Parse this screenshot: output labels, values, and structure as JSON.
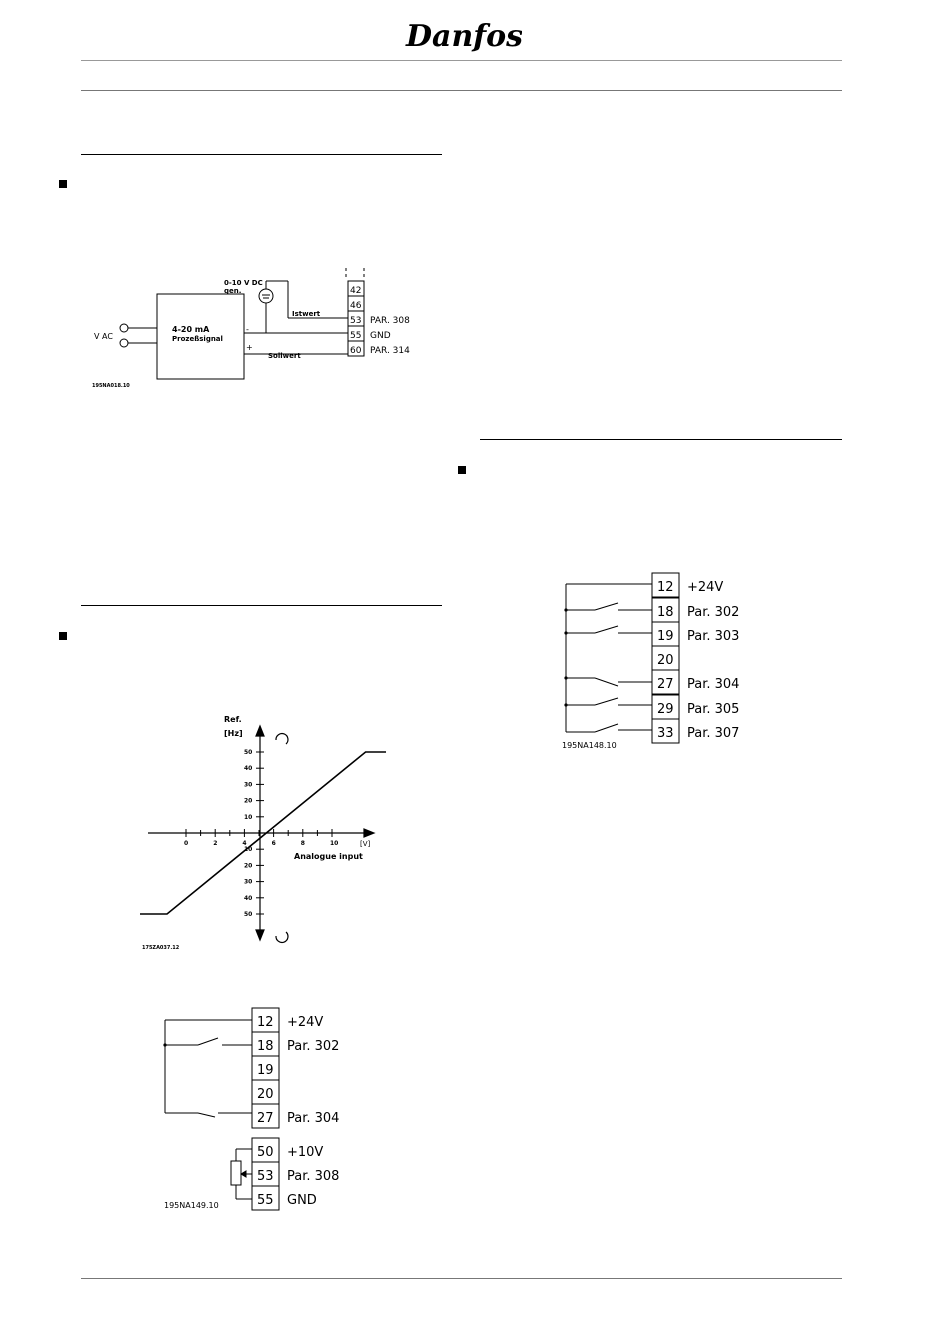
{
  "brand": {
    "logo_text": "Danfoss"
  },
  "fig_process": {
    "source": "0-10 V DC",
    "source_sub": "gen.",
    "box_line1": "4-20 mA",
    "box_line2": "Prozeßsignal",
    "vac": "V  AC",
    "minus": "-",
    "plus": "+",
    "istwert": "Istwert",
    "sollwert": "Sollwert",
    "terminals": [
      "42",
      "46",
      "53",
      "55",
      "60"
    ],
    "terminal_labels": [
      "",
      "",
      "PAR. 308",
      "GND",
      "PAR. 314"
    ],
    "code": "195NA018.10"
  },
  "chart_data": {
    "type": "line",
    "ylabel_line1": "Ref.",
    "ylabel_line2": "[Hz]",
    "xlabel": "Analogue  input",
    "xunit": "[V]",
    "x_ticks": [
      "0",
      "2",
      "4",
      "6",
      "8",
      "10"
    ],
    "y_ticks_pos": [
      "50",
      "40",
      "30",
      "20",
      "10"
    ],
    "y_ticks_neg": [
      "10",
      "20",
      "30",
      "40",
      "50"
    ],
    "series": [
      {
        "x": [
          -1,
          0,
          10,
          11
        ],
        "y": [
          -50,
          -50,
          50,
          50
        ]
      }
    ],
    "code": "175ZA037.12"
  },
  "fig_terminals_left": {
    "terminals": [
      "12",
      "18",
      "19",
      "20",
      "27"
    ],
    "labels": [
      "+24V",
      "Par.  302",
      "",
      "",
      "Par.  304"
    ],
    "terminals2": [
      "50",
      "53",
      "55"
    ],
    "labels2": [
      "+10V",
      "Par.  308",
      "GND"
    ],
    "code": "195NA149.10"
  },
  "fig_terminals_right": {
    "terminals": [
      "12",
      "18",
      "19",
      "20",
      "27",
      "29",
      "33"
    ],
    "labels": [
      "+24V",
      "Par.  302",
      "Par.  303",
      "",
      "Par.  304",
      "Par.  305",
      "Par.  307"
    ],
    "code": "195NA148.10"
  }
}
